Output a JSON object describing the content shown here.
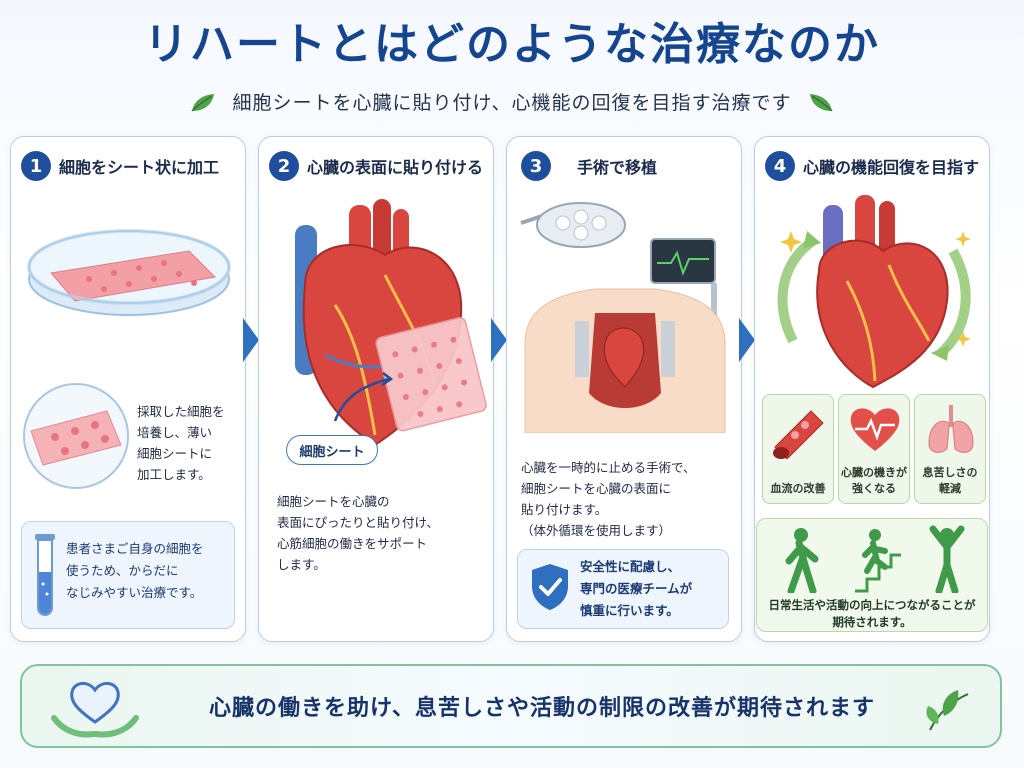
{
  "header": {
    "title": "リハートとはどのような治療なのか",
    "subtitle": "細胞シートを心臓に貼り付け、心機能の回復を目指す治療です"
  },
  "steps": [
    {
      "number": "1",
      "title": "細胞をシート状に加工",
      "description": "採取した細胞を\n培養し、薄い\n細胞シートに\n加工します。",
      "callout": "患者さまご自身の細胞を\n使うため、からだに\nなじみやすい治療です。"
    },
    {
      "number": "2",
      "title": "心臓の表面に貼り付ける",
      "sheet_label": "細胞シート",
      "description": "細胞シートを心臓の\n表面にぴったりと貼り付け、\n心筋細胞の働きをサポート\nします。"
    },
    {
      "number": "3",
      "title": "手術で移植",
      "description": "心臓を一時的に止める手術で、\n細胞シートを心臓の表面に\n貼り付けます。\n（体外循環を使用します）",
      "callout": "安全性に配慮し、\n専門の医療チームが\n慎重に行います。"
    },
    {
      "number": "4",
      "title": "心臓の機能回復を目指す",
      "benefits": [
        "血流の改善",
        "心臓の機きが\n強くなる",
        "息苦しさの\n軽減"
      ],
      "life_text": "日常生活や活動の向上につながることが\n期待されます。"
    }
  ],
  "banner": {
    "text": "心臓の働きを助け、息苦しさや活動の制限の改善が期待されます"
  },
  "colors": {
    "title": "#15458f",
    "step_number": "#1f4f9c",
    "arrow": "#2f6fc0",
    "green_border": "#7fc49c",
    "heart_red": "#d9453f"
  }
}
